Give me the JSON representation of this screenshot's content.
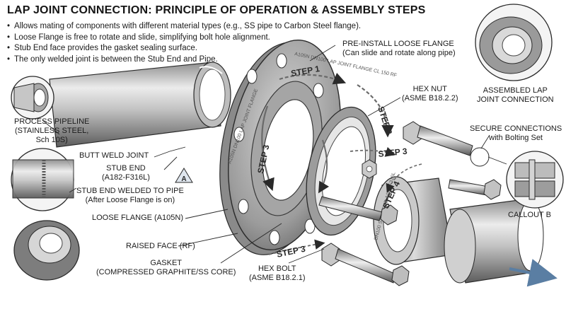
{
  "title": "LAP JOINT CONNECTION: PRINCIPLE OF OPERATION & ASSEMBLY STEPS",
  "bullets": [
    "Allows mating of components with different material types (e.g., SS pipe to Carbon Steel flange).",
    "Loose Flange is free to rotate and slide, simplifying bolt hole alignment.",
    "Stub End face provides the gasket sealing surface.",
    "The only welded joint is between the Stub End and Pipe."
  ],
  "labels": {
    "pre_install": [
      "PRE-INSTALL LOOSE FLANGE",
      "(Can slide and rotate along pipe)"
    ],
    "hex_nut": [
      "HEX NUT",
      "(ASME B18.2.2)"
    ],
    "assembled": [
      "ASSEMBLED LAP",
      "JOINT CONNECTION"
    ],
    "process_pipeline": [
      "PROCESS PIPELINE",
      "(STAINLESS STEEL,",
      "Sch 10S)"
    ],
    "secure": [
      "SECURE CONNECTIONS",
      "with Bolting Set"
    ],
    "butt_weld": "BUTT WELD JOINT",
    "stub_end": [
      "STUB END",
      "(A182-F316L)"
    ],
    "stub_welded": [
      "STUB END WELDED TO PIPE",
      "(After Loose Flange is on)"
    ],
    "loose_flange": "LOOSE FLANGE (A105N)",
    "callout_b": "CALLOUT B",
    "raised_face": "RAISED FACE (RF)",
    "gasket": [
      "GASKET",
      "(COMPRESSED GRAPHITE/SS CORE)"
    ],
    "hex_bolt": [
      "HEX BOLT",
      "(ASME B18.2.1)"
    ],
    "callout_a": "A"
  },
  "steps": {
    "s1": "STEP 1",
    "s2": "STEP 2",
    "s3a": "STEP 3",
    "s3b": "STEP 3",
    "s3c": "STEP 3",
    "s4": "STEP 4"
  },
  "flange_markings": {
    "top": "A105N DN100 LAP JOINT FLANGE CL 150 RF",
    "side": "A105N DN100 LAP JOINT FLANGE",
    "stub": "DN100 STUB END A182-F316L"
  },
  "colors": {
    "steel_light": "#e4e4e4",
    "steel_mid": "#b5b5b5",
    "steel_dark": "#5f5f5f",
    "outline": "#2a2a2a",
    "arrow_blue": "#5a7ea3"
  }
}
